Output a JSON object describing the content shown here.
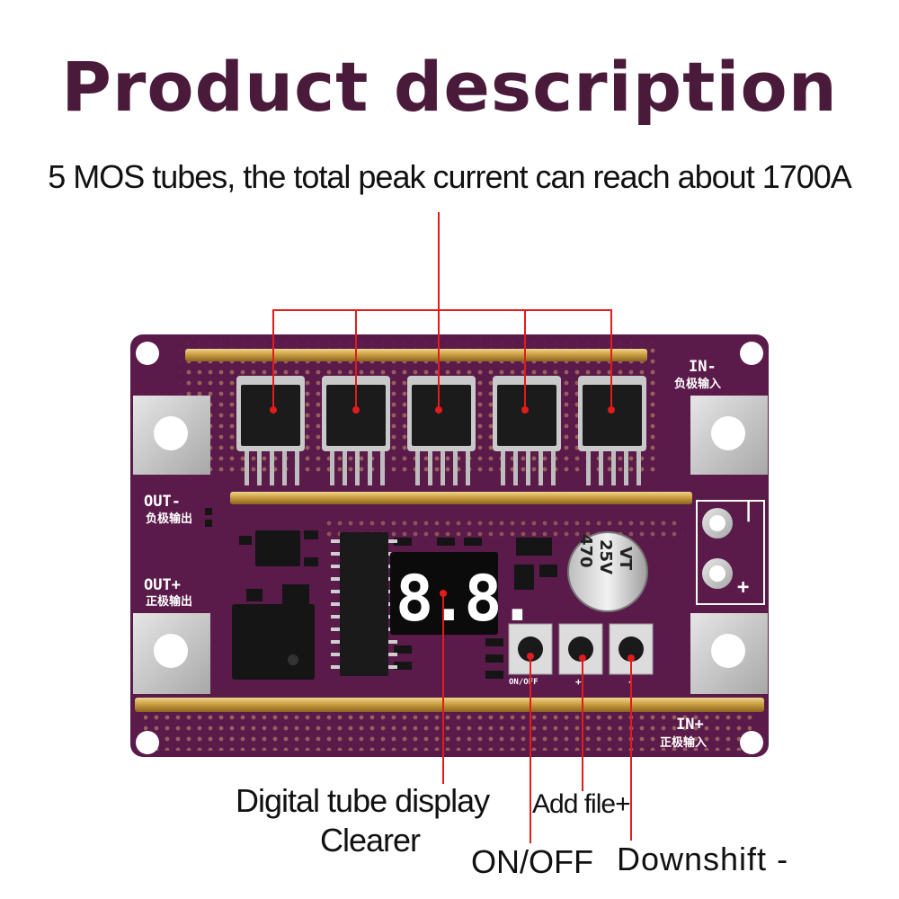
{
  "header": {
    "title": "Product description",
    "subtitle": "5 MOS tubes, the total peak current can reach about 1700A"
  },
  "board": {
    "silkscreen": {
      "in_minus": "IN-",
      "in_minus_cn": "负极输入",
      "out_minus": "OUT-",
      "out_minus_cn": "负极输出",
      "out_plus": "OUT+",
      "out_plus_cn": "正极输出",
      "in_plus": "IN+",
      "in_plus_cn": "正极输入",
      "onoff_mark": "ON/OFF",
      "plus_mark": "+",
      "minus_mark": "-",
      "cap_line1": "470",
      "cap_line2": "25V",
      "cap_line3": "VT",
      "display_value": "8.8."
    },
    "mos_tube_count": 5
  },
  "callouts": {
    "digital_display_line1": "Digital tube display",
    "digital_display_line2": "Clearer",
    "add_file": "Add file+",
    "on_off": "ON/OFF",
    "downshift": "Downshift -"
  },
  "colors": {
    "title": "#4a1a3a",
    "pcb": "#5a1a4a",
    "callout_line": "#e21b1b",
    "gold_bar": "#c8a24a"
  }
}
